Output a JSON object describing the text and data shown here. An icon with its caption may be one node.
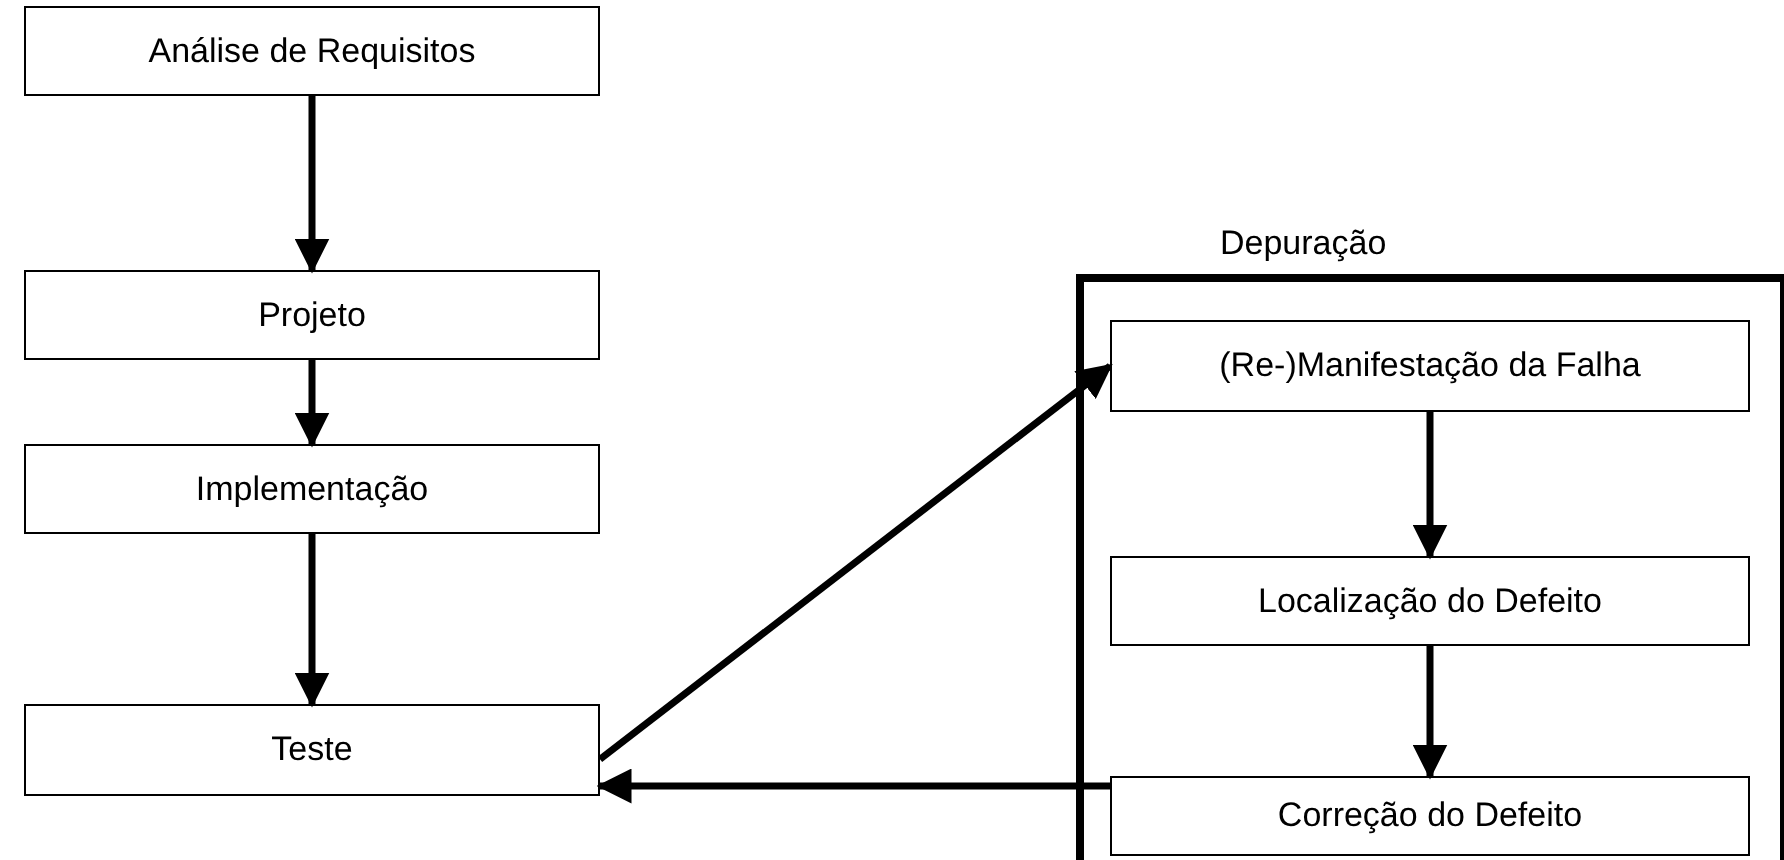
{
  "diagram": {
    "nodes": [
      {
        "text": [
          "Análise de Requisitos"
        ]
      },
      {
        "text": [
          "Projeto"
        ]
      },
      {
        "text": [
          "Implementação"
        ]
      },
      {
        "text": [
          "Teste"
        ]
      },
      {
        "text": [
          "Depuração"
        ]
      },
      {
        "text": [
          "(Re-)Manifestação da Falha"
        ],
        "in": 4
      },
      {
        "text": [
          "Localização do Defeito"
        ],
        "in": 4
      },
      {
        "text": [
          "Correção do Defeito"
        ],
        "in": 4
      }
    ],
    "edges": [
      {
        "from": 0,
        "to": 1,
        "arrow": "to"
      },
      {
        "from": 1,
        "to": 2,
        "arrow": "to"
      },
      {
        "from": 2,
        "to": 3,
        "arrow": "to"
      },
      {
        "from": 3,
        "to": 5,
        "arrow": "to"
      },
      {
        "from": 5,
        "to": 6,
        "arrow": "to"
      },
      {
        "from": 6,
        "to": 7,
        "arrow": "to"
      },
      {
        "from": 7,
        "to": 3,
        "arrow": "to"
      }
    ]
  }
}
